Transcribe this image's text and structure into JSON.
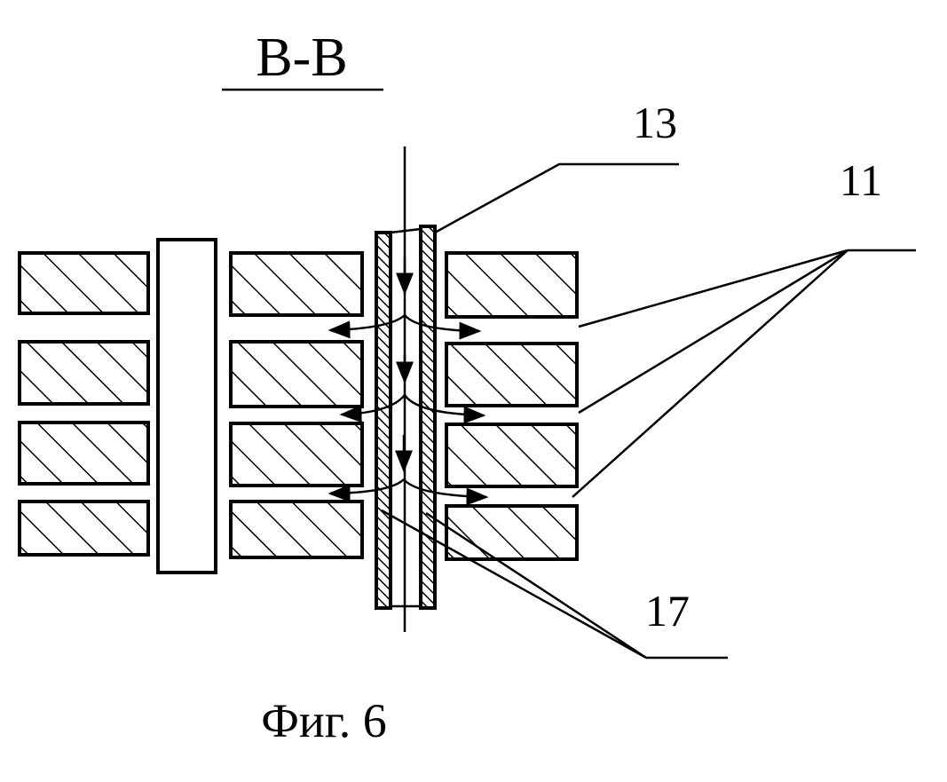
{
  "section_label": "B-B",
  "caption": "Фиг. 6",
  "labels": {
    "pipe": "13",
    "gaps": "11",
    "openings": "17"
  },
  "colors": {
    "ink": "#000000",
    "paper": "#ffffff"
  }
}
